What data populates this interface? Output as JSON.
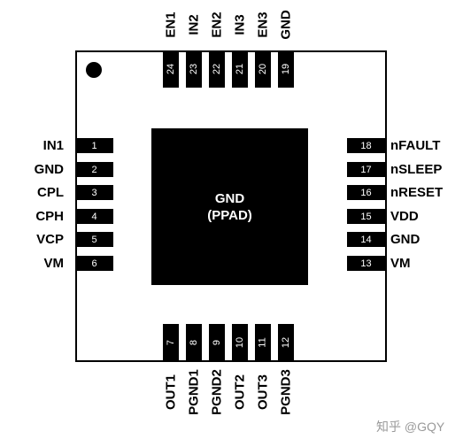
{
  "package": {
    "center_pad_lines": [
      "GND",
      "(PPAD)"
    ]
  },
  "pins": {
    "left": [
      {
        "num": "1",
        "name": "IN1"
      },
      {
        "num": "2",
        "name": "GND"
      },
      {
        "num": "3",
        "name": "CPL"
      },
      {
        "num": "4",
        "name": "CPH"
      },
      {
        "num": "5",
        "name": "VCP"
      },
      {
        "num": "6",
        "name": "VM"
      }
    ],
    "bottom": [
      {
        "num": "7",
        "name": "OUT1"
      },
      {
        "num": "8",
        "name": "PGND1"
      },
      {
        "num": "9",
        "name": "PGND2"
      },
      {
        "num": "10",
        "name": "OUT2"
      },
      {
        "num": "11",
        "name": "OUT3"
      },
      {
        "num": "12",
        "name": "PGND3"
      }
    ],
    "right": [
      {
        "num": "18",
        "name": "nFAULT"
      },
      {
        "num": "17",
        "name": "nSLEEP"
      },
      {
        "num": "16",
        "name": "nRESET"
      },
      {
        "num": "15",
        "name": "VDD"
      },
      {
        "num": "14",
        "name": "GND"
      },
      {
        "num": "13",
        "name": "VM"
      }
    ],
    "top": [
      {
        "num": "24",
        "name": "EN1"
      },
      {
        "num": "23",
        "name": "IN2"
      },
      {
        "num": "22",
        "name": "EN2"
      },
      {
        "num": "21",
        "name": "IN3"
      },
      {
        "num": "20",
        "name": "EN3"
      },
      {
        "num": "19",
        "name": "GND"
      }
    ]
  },
  "watermark": "知乎 @GQY"
}
